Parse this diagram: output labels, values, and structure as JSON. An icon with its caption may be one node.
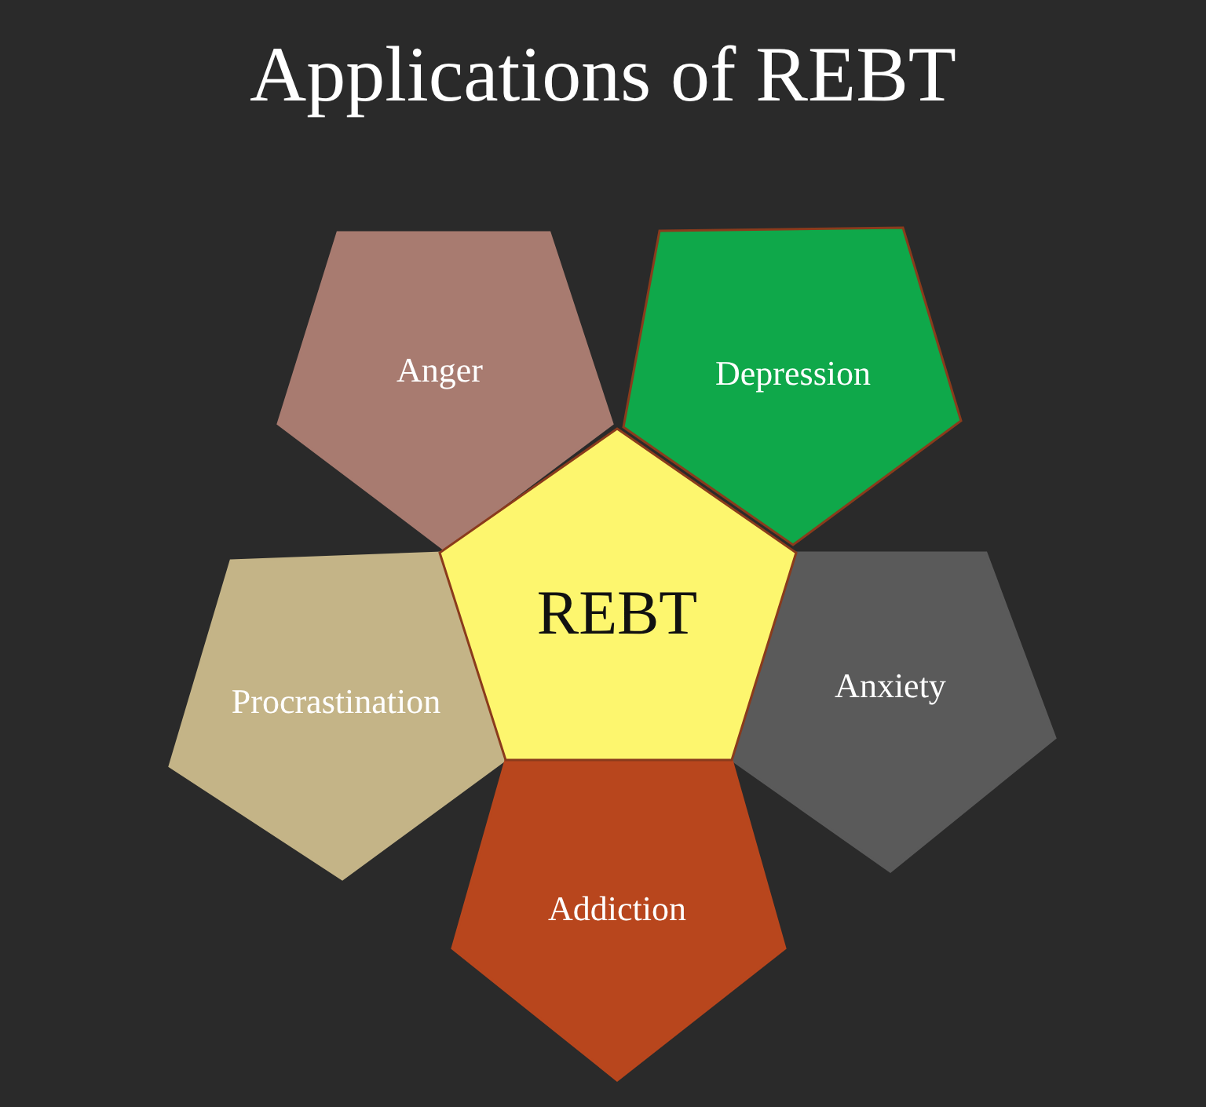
{
  "diagram": {
    "title": "Applications of REBT",
    "nodes": [
      {
        "text": [
          "Anger"
        ]
      },
      {
        "text": [
          "Depression"
        ]
      },
      {
        "text": [
          "REBT"
        ]
      },
      {
        "text": [
          "Procrastination"
        ]
      },
      {
        "text": [
          "Anxiety"
        ]
      },
      {
        "text": [
          "Addiction"
        ]
      }
    ]
  }
}
